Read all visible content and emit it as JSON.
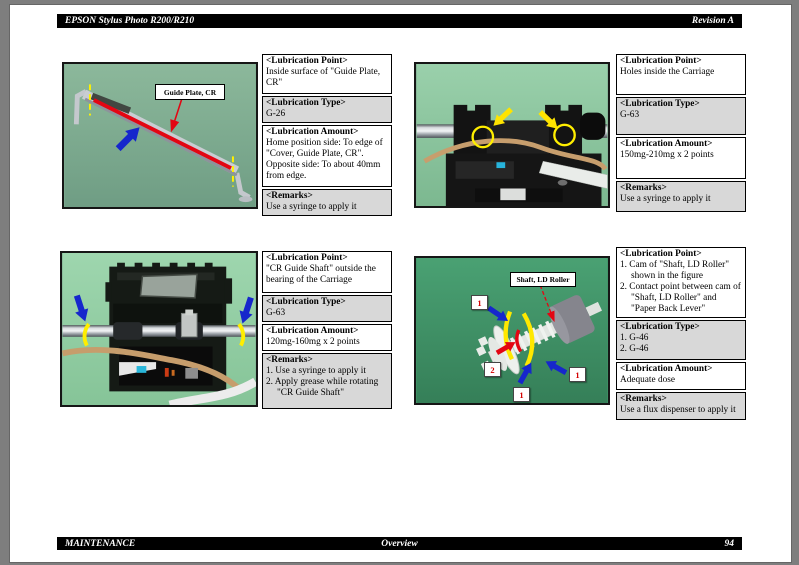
{
  "header": {
    "title": "EPSON Stylus Photo R200/R210",
    "revision": "Revision A"
  },
  "footer": {
    "chapter": "MAINTENANCE",
    "section": "Overview",
    "page_number": "94"
  },
  "sections": [
    {
      "name": "guide-plate-cr",
      "photo": {
        "callout": "Guide Plate, CR"
      },
      "table": [
        {
          "header": "<Lubrication Point>",
          "lines": [
            "Inside surface of \"Guide Plate, CR\""
          ]
        },
        {
          "header": "<Lubrication Type>",
          "lines": [
            "G-26"
          ]
        },
        {
          "header": "<Lubrication Amount>",
          "lines": [
            "Home position side: To edge of \"Cover, Guide Plate, CR\". Opposite side: To about 40mm from edge."
          ]
        },
        {
          "header": "<Remarks>",
          "lines": [
            "Use a syringe to apply it"
          ]
        }
      ]
    },
    {
      "name": "carriage-holes",
      "photo": {},
      "table": [
        {
          "header": "<Lubrication Point>",
          "lines": [
            "Holes inside the Carriage"
          ]
        },
        {
          "header": "<Lubrication Type>",
          "lines": [
            "G-63"
          ]
        },
        {
          "header": "<Lubrication Amount>",
          "lines": [
            "150mg-210mg x 2 points"
          ]
        },
        {
          "header": "<Remarks>",
          "lines": [
            "Use a syringe to apply it"
          ]
        }
      ]
    },
    {
      "name": "cr-guide-shaft",
      "photo": {},
      "table": [
        {
          "header": "<Lubrication Point>",
          "lines": [
            "\"CR Guide Shaft\" outside the bearing of the Carriage"
          ]
        },
        {
          "header": "<Lubrication Type>",
          "lines": [
            "G-63"
          ]
        },
        {
          "header": "<Lubrication Amount>",
          "lines": [
            "120mg-160mg x 2 points"
          ]
        },
        {
          "header": "<Remarks>",
          "lines": [
            "1.  Use a syringe to apply it",
            "2.  Apply grease while rotating \"CR Guide Shaft\""
          ]
        }
      ]
    },
    {
      "name": "shaft-ld-roller",
      "photo": {
        "callout": "Shaft, LD Roller",
        "markers": [
          "1",
          "2",
          "1",
          "1"
        ]
      },
      "table": [
        {
          "header": "<Lubrication Point>",
          "lines": [
            "1.  Cam of \"Shaft, LD Roller\" shown in the figure",
            "2.  Contact point between cam of \"Shaft, LD Roller\" and \"Paper Back Lever\""
          ]
        },
        {
          "header": "<Lubrication Type>",
          "lines": [
            "1.  G-46",
            "2.  G-46"
          ]
        },
        {
          "header": "<Lubrication Amount>",
          "lines": [
            "Adequate dose"
          ]
        },
        {
          "header": "<Remarks>",
          "lines": [
            "Use a flux dispenser to apply it"
          ]
        }
      ]
    }
  ]
}
